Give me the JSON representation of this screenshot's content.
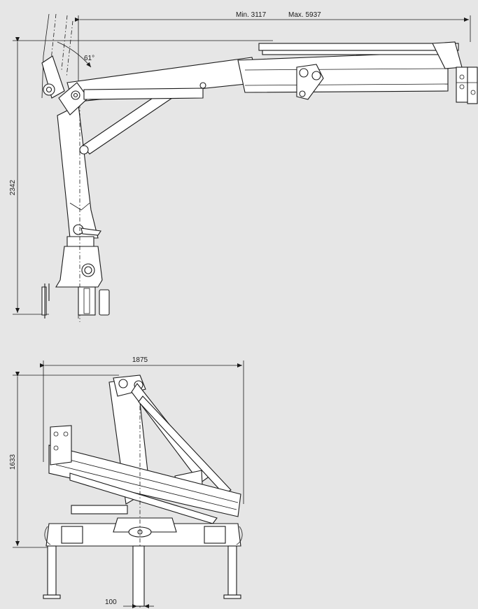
{
  "diagram": {
    "colors": {
      "background": "#e6e6e6",
      "line": "#1a1a1a",
      "part_fill": "#ffffff"
    },
    "side_view": {
      "reach_min_label": "Min. 3117",
      "reach_max_label": "Max. 5937",
      "height_label": "2342",
      "angle_label": "61°"
    },
    "stowed_view": {
      "width_label": "1875",
      "height_label": "1633",
      "base_label": "100"
    }
  }
}
